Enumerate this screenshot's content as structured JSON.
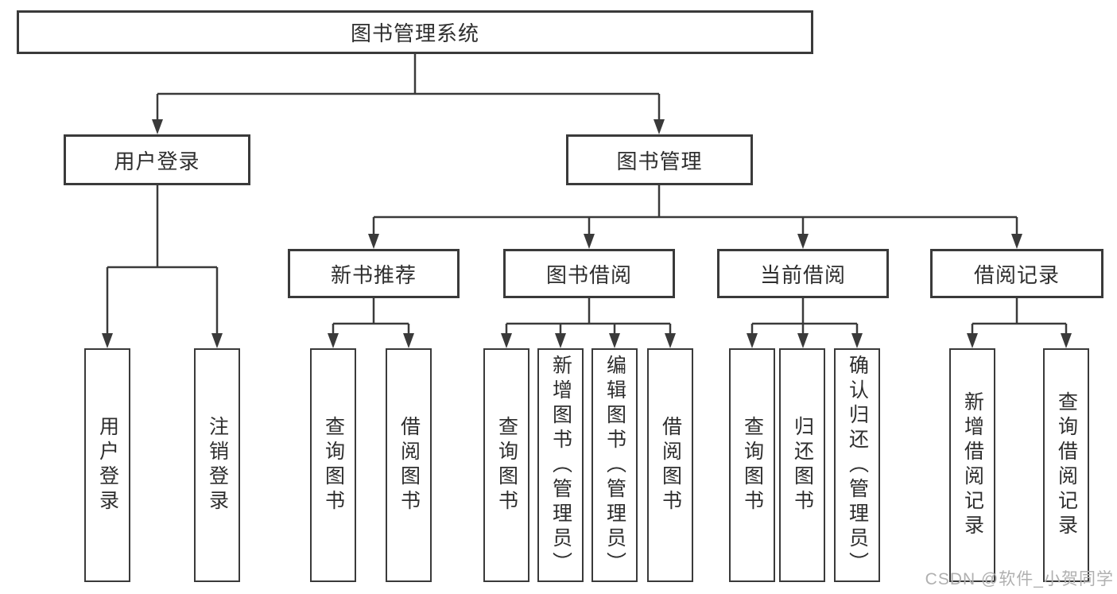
{
  "diagram": {
    "root": {
      "label": "图书管理系统"
    },
    "level2": [
      {
        "label": "用户登录"
      },
      {
        "label": "图书管理"
      }
    ],
    "level3": [
      {
        "label": "新书推荐"
      },
      {
        "label": "图书借阅"
      },
      {
        "label": "当前借阅"
      },
      {
        "label": "借阅记录"
      }
    ],
    "leaves": [
      {
        "label": "用户登录"
      },
      {
        "label": "注销登录"
      },
      {
        "label": "查询图书"
      },
      {
        "label": "借阅图书"
      },
      {
        "label": "查询图书"
      },
      {
        "label": "新增图书（管理员）"
      },
      {
        "label": "编辑图书（管理员）"
      },
      {
        "label": "借阅图书"
      },
      {
        "label": "查询图书"
      },
      {
        "label": "归还图书"
      },
      {
        "label": "确认归还（管理员）"
      },
      {
        "label": "新增借阅记录"
      },
      {
        "label": "查询借阅记录"
      }
    ],
    "colors": {
      "line": "#3a3a3a",
      "text": "#2e2e2e",
      "background": "#ffffff",
      "watermark": "#b0b0b0"
    }
  },
  "watermark": {
    "text": "CSDN @软件_小贺同学"
  }
}
